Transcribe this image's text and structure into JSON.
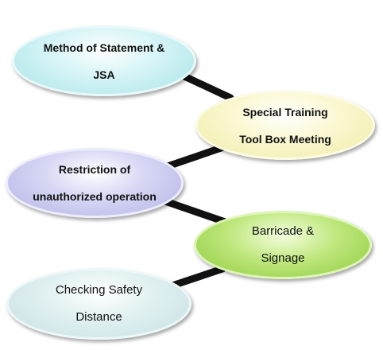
{
  "nodes": [
    {
      "lines": [
        "Method of Statement &",
        "JSA"
      ],
      "fill": "#d8f5f7"
    },
    {
      "lines": [
        "Special Training",
        "Tool Box Meeting"
      ],
      "fill": "#fbf9d4"
    },
    {
      "lines": [
        "Restriction of",
        "unauthorized operation"
      ],
      "fill": "#d8d8f5"
    },
    {
      "lines": [
        "Barricade &",
        "Signage"
      ],
      "fill": "#bfe77d"
    },
    {
      "lines": [
        "Checking Safety",
        "Distance"
      ],
      "fill": "#e2f1f2"
    }
  ],
  "connector_color": "#111111"
}
